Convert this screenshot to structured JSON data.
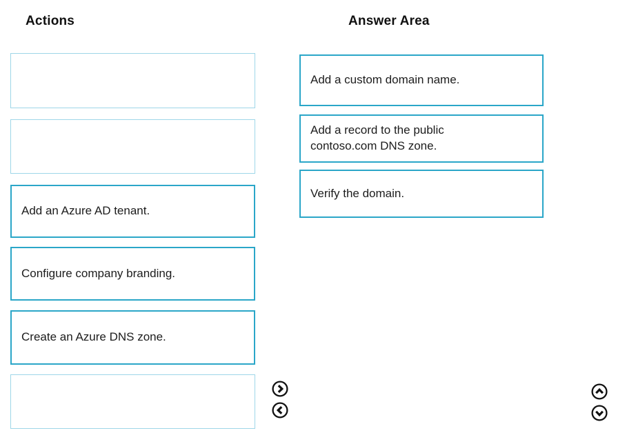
{
  "colors": {
    "filled_box_border": "#2aa6c8",
    "empty_box_border": "#9ed6e8",
    "text": "#1c1c1c",
    "arrow_icon": "#111111",
    "background": "#ffffff"
  },
  "actions": {
    "title": "Actions",
    "items": [
      {
        "label": "",
        "empty": true
      },
      {
        "label": "",
        "empty": true
      },
      {
        "label": "Add an Azure AD tenant.",
        "empty": false
      },
      {
        "label": "Configure company branding.",
        "empty": false
      },
      {
        "label": "Create an Azure DNS zone.",
        "empty": false
      },
      {
        "label": "",
        "empty": true
      }
    ]
  },
  "answer_area": {
    "title": "Answer Area",
    "items": [
      {
        "label": "Add a custom domain name."
      },
      {
        "label": "Add a record to the public contoso.com DNS zone."
      },
      {
        "label": "Verify the domain."
      }
    ]
  },
  "controls": {
    "move_right": "chevron-right-circle",
    "move_left": "chevron-left-circle",
    "move_up": "chevron-up-circle",
    "move_down": "chevron-down-circle"
  }
}
